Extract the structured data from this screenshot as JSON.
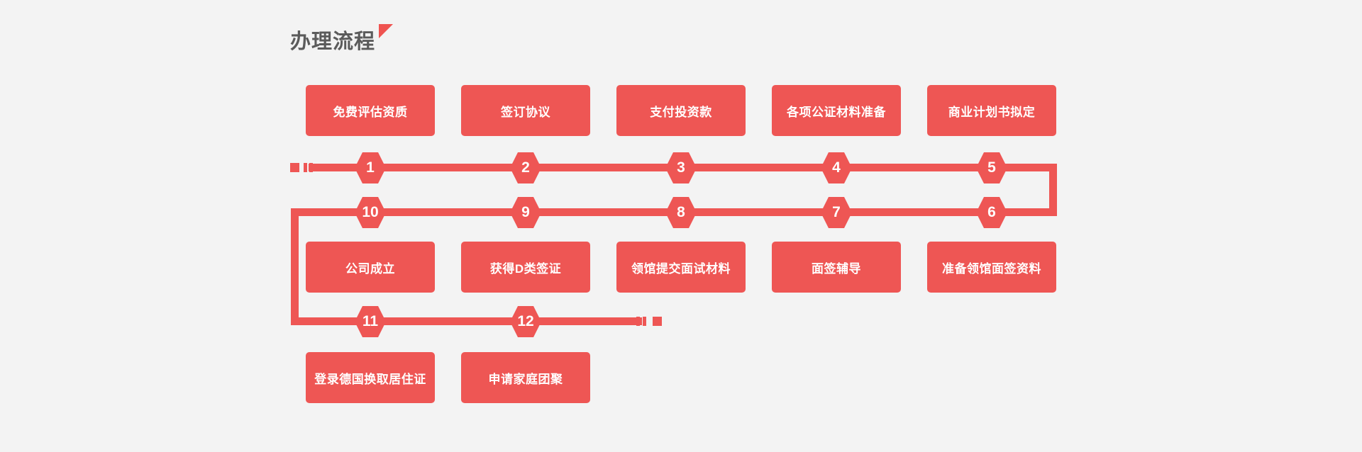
{
  "header": {
    "title": "办理流程",
    "corner_icon": "triangle-corner-icon"
  },
  "colors": {
    "accent": "#ee5654",
    "background": "#f3f3f3",
    "title_text": "#5b5b5b",
    "box_text": "#ffffff"
  },
  "flow": {
    "row1_boxes": [
      {
        "step": "1",
        "label": "免费评估资质"
      },
      {
        "step": "2",
        "label": "签订协议"
      },
      {
        "step": "3",
        "label": "支付投资款"
      },
      {
        "step": "4",
        "label": "各项公证材料准备"
      },
      {
        "step": "5",
        "label": "商业计划书拟定"
      }
    ],
    "row1_steps": [
      "1",
      "2",
      "3",
      "4",
      "5"
    ],
    "row2_steps": [
      "10",
      "9",
      "8",
      "7",
      "6"
    ],
    "row2_boxes": [
      {
        "step": "10",
        "label": "公司成立"
      },
      {
        "step": "9",
        "label": "获得D类签证"
      },
      {
        "step": "8",
        "label": "领馆提交面试材料"
      },
      {
        "step": "7",
        "label": "面签辅导"
      },
      {
        "step": "6",
        "label": "准备领馆面签资料"
      }
    ],
    "row3_steps": [
      "11",
      "12"
    ],
    "row3_boxes": [
      {
        "step": "11",
        "label": "登录德国换取居住证"
      },
      {
        "step": "12",
        "label": "申请家庭团聚"
      }
    ]
  }
}
